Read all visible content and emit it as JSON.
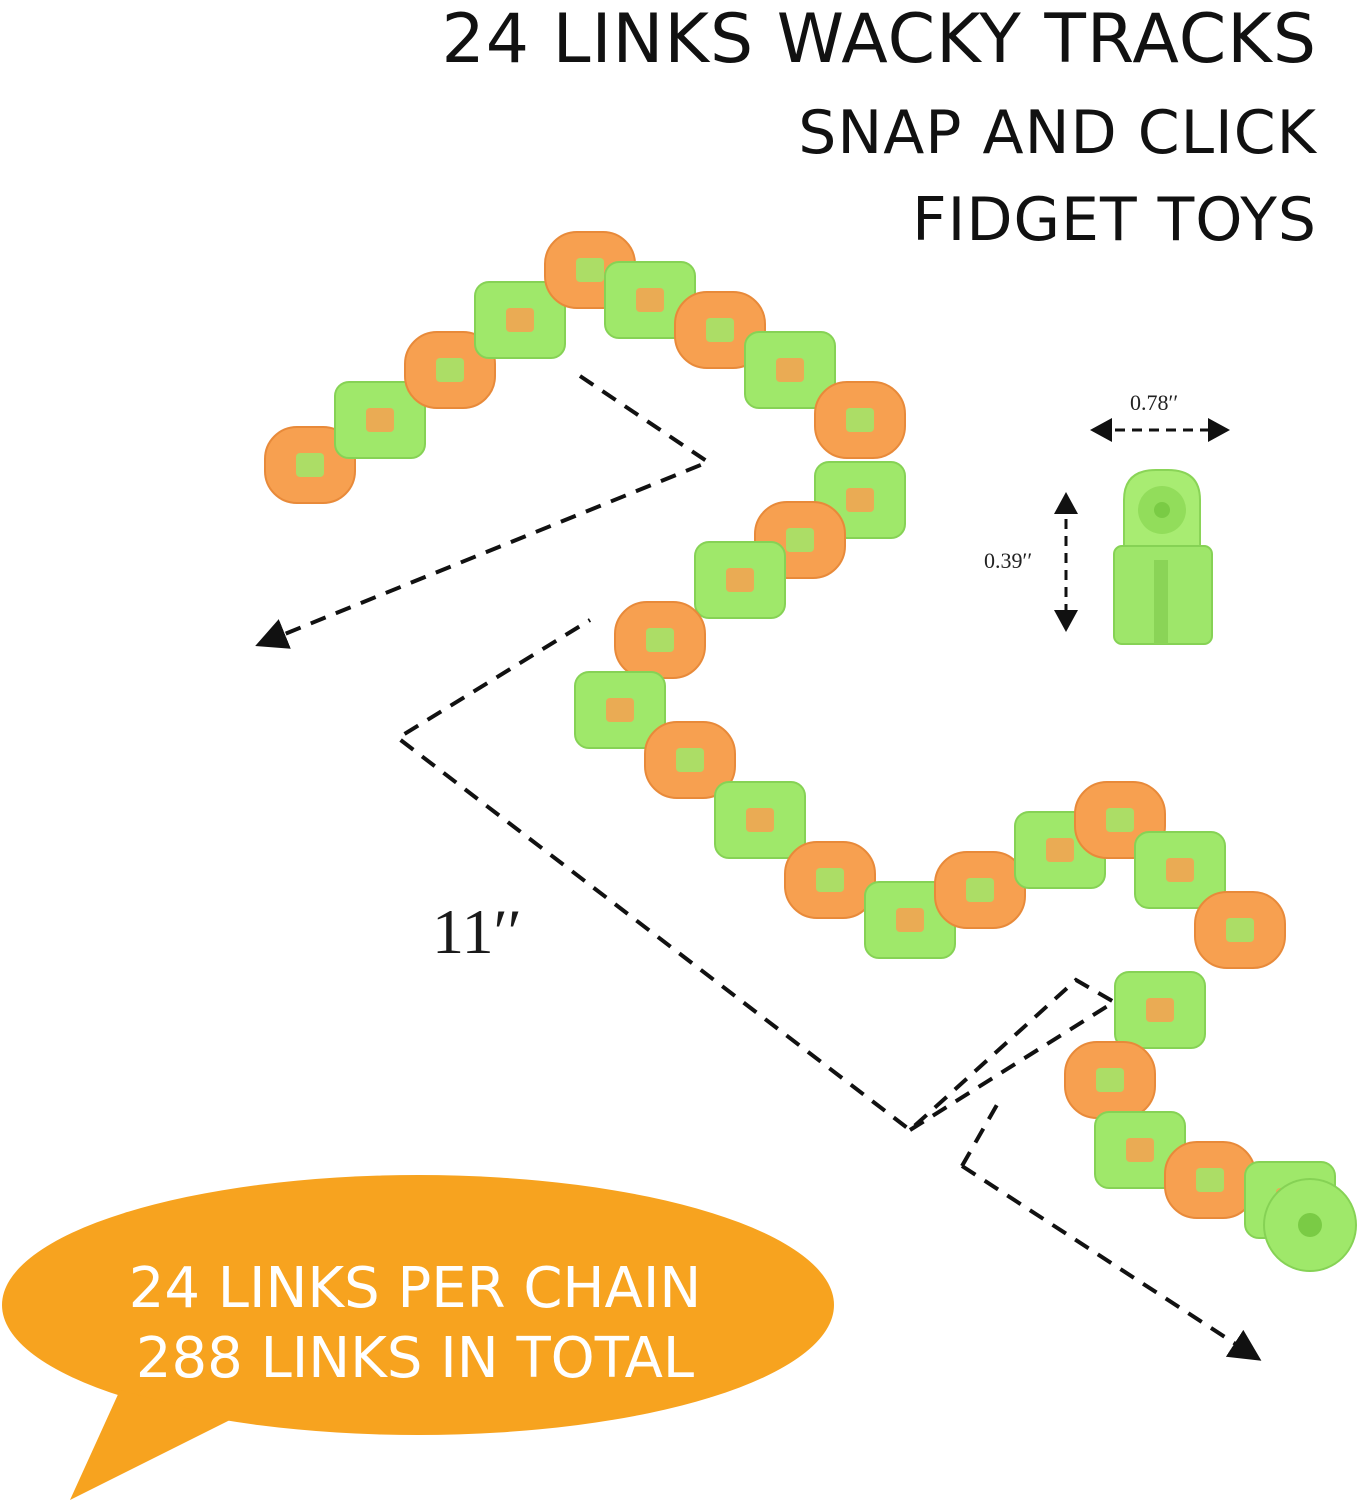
{
  "header": {
    "title": "24 LINKS WACKY TRACKS",
    "subtitle_line1": "SNAP AND CLICK",
    "subtitle_line2": "FIDGET TOYS"
  },
  "dimensions": {
    "link_width": "0.78′′",
    "link_height": "0.39′′",
    "chain_length": "11′′"
  },
  "callout": {
    "line1": "24 LINKS PER CHAIN",
    "line2": "288 LINKS IN TOTAL"
  },
  "colors": {
    "orange_link": "#f7a050",
    "green_link": "#9fe86a",
    "callout_bubble": "#f7a31f",
    "dashed_lines": "#111111"
  }
}
